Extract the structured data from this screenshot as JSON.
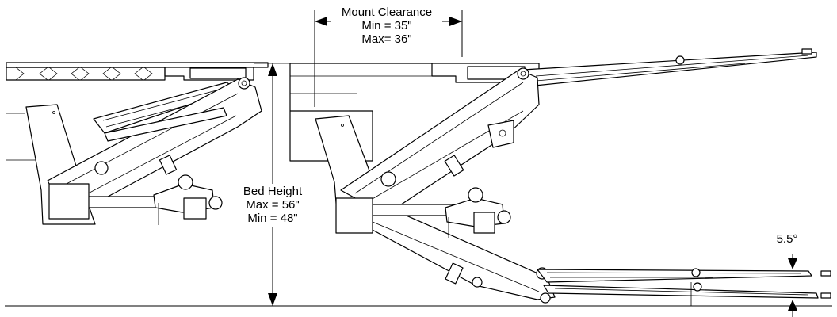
{
  "labels": {
    "mount_clearance_title": "Mount Clearance",
    "mount_clearance_min": "Min = 35\"",
    "mount_clearance_max": "Max= 36\"",
    "bed_height_title": "Bed Height",
    "bed_height_max": "Max = 56\"",
    "bed_height_min": "Min = 48\"",
    "angle": "5.5°"
  }
}
